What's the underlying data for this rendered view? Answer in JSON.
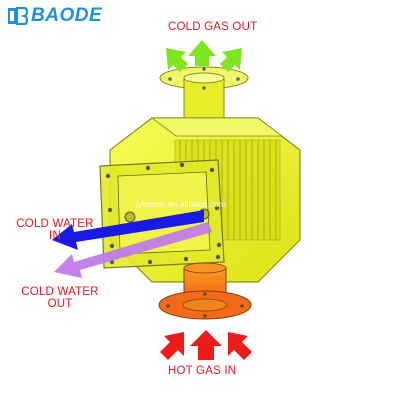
{
  "brand": {
    "name": "BAODE",
    "color": "#1f8fe0"
  },
  "watermark": "jybaode.en.alibaba.com",
  "labels": {
    "cold_gas_out": "COLD GAS OUT",
    "hot_gas_in": "HOT GAS IN",
    "cold_water_in": [
      "COLD WATER",
      "IN"
    ],
    "cold_water_out": [
      "COLD WATER",
      "OUT"
    ]
  },
  "colors": {
    "label_text": "#e8141b",
    "cold_gas_arrow": "#7fe51c",
    "hot_gas_arrow": "#ee1b1b",
    "cold_water_in_arrow": "#1a1ae6",
    "cold_water_out_arrow": "#c07ae8",
    "body_yellow": "#e9f200",
    "hot_zone_orange": "#f5701a"
  }
}
